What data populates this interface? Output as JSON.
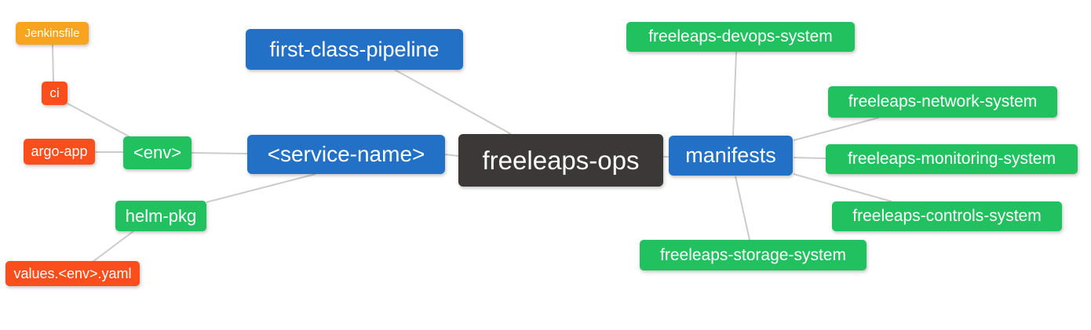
{
  "diagram": {
    "type": "mindmap",
    "root": "freeleaps_ops"
  },
  "palette": {
    "blue": "#2271c7",
    "green": "#22c15f",
    "orange": "#f8a41f",
    "red": "#fa4e1d",
    "dark": "#3c3838",
    "edge": "#cccccc",
    "text": "#ffffff",
    "background": "#ffffff"
  },
  "nodes": {
    "freeleaps_ops": {
      "label": "freeleaps-ops",
      "color": "dark"
    },
    "first_class_pipeline": {
      "label": "first-class-pipeline",
      "color": "blue"
    },
    "service_name": {
      "label": "<service-name>",
      "color": "blue"
    },
    "manifests": {
      "label": "manifests",
      "color": "blue"
    },
    "env": {
      "label": "<env>",
      "color": "green"
    },
    "helm_pkg": {
      "label": "helm-pkg",
      "color": "green"
    },
    "ci": {
      "label": "ci",
      "color": "red"
    },
    "argo_app": {
      "label": "argo-app",
      "color": "red"
    },
    "values_env_yaml": {
      "label": "values.<env>.yaml",
      "color": "red"
    },
    "jenkinsfile": {
      "label": "Jenkinsfile",
      "color": "orange"
    },
    "devops_system": {
      "label": "freeleaps-devops-system",
      "color": "green"
    },
    "network_system": {
      "label": "freeleaps-network-system",
      "color": "green"
    },
    "monitoring_system": {
      "label": "freeleaps-monitoring-system",
      "color": "green"
    },
    "controls_system": {
      "label": "freeleaps-controls-system",
      "color": "green"
    },
    "storage_system": {
      "label": "freeleaps-storage-system",
      "color": "green"
    }
  },
  "edges": [
    [
      "jenkinsfile",
      "ci"
    ],
    [
      "ci",
      "env"
    ],
    [
      "argo_app",
      "env"
    ],
    [
      "env",
      "service_name"
    ],
    [
      "helm_pkg",
      "service_name"
    ],
    [
      "helm_pkg",
      "values_env_yaml"
    ],
    [
      "service_name",
      "freeleaps_ops"
    ],
    [
      "first_class_pipeline",
      "freeleaps_ops"
    ],
    [
      "freeleaps_ops",
      "manifests"
    ],
    [
      "manifests",
      "devops_system"
    ],
    [
      "manifests",
      "network_system"
    ],
    [
      "manifests",
      "monitoring_system"
    ],
    [
      "manifests",
      "controls_system"
    ],
    [
      "manifests",
      "storage_system"
    ]
  ]
}
